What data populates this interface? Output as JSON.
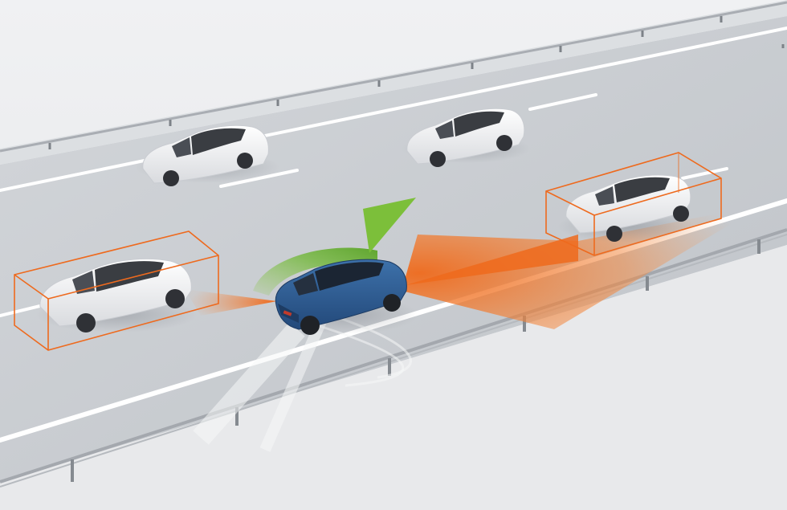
{
  "scene": {
    "colors": {
      "background": "#e9eaec",
      "road": "#c5c8cd",
      "lane_marking": "#ffffff",
      "guardrail": "#9da2a8",
      "ego_car": "#2f5f95",
      "other_car": "#f4f5f7",
      "detection_box": "#ee6a1e",
      "sensor_cone": "#f07a28",
      "lane_change_arrow": "#7cbf3a"
    },
    "vehicles": [
      {
        "role": "ego",
        "color_name": "blue",
        "tracked": false
      },
      {
        "role": "target-rear-left",
        "color_name": "white",
        "tracked": true
      },
      {
        "role": "target-front-right",
        "color_name": "white",
        "tracked": true
      },
      {
        "role": "traffic-far-left",
        "color_name": "white",
        "tracked": false
      },
      {
        "role": "traffic-far-center",
        "color_name": "white",
        "tracked": false
      }
    ],
    "icons": [
      "lane-change-arrow-icon",
      "sensor-cone-icon",
      "detection-box-icon"
    ]
  }
}
